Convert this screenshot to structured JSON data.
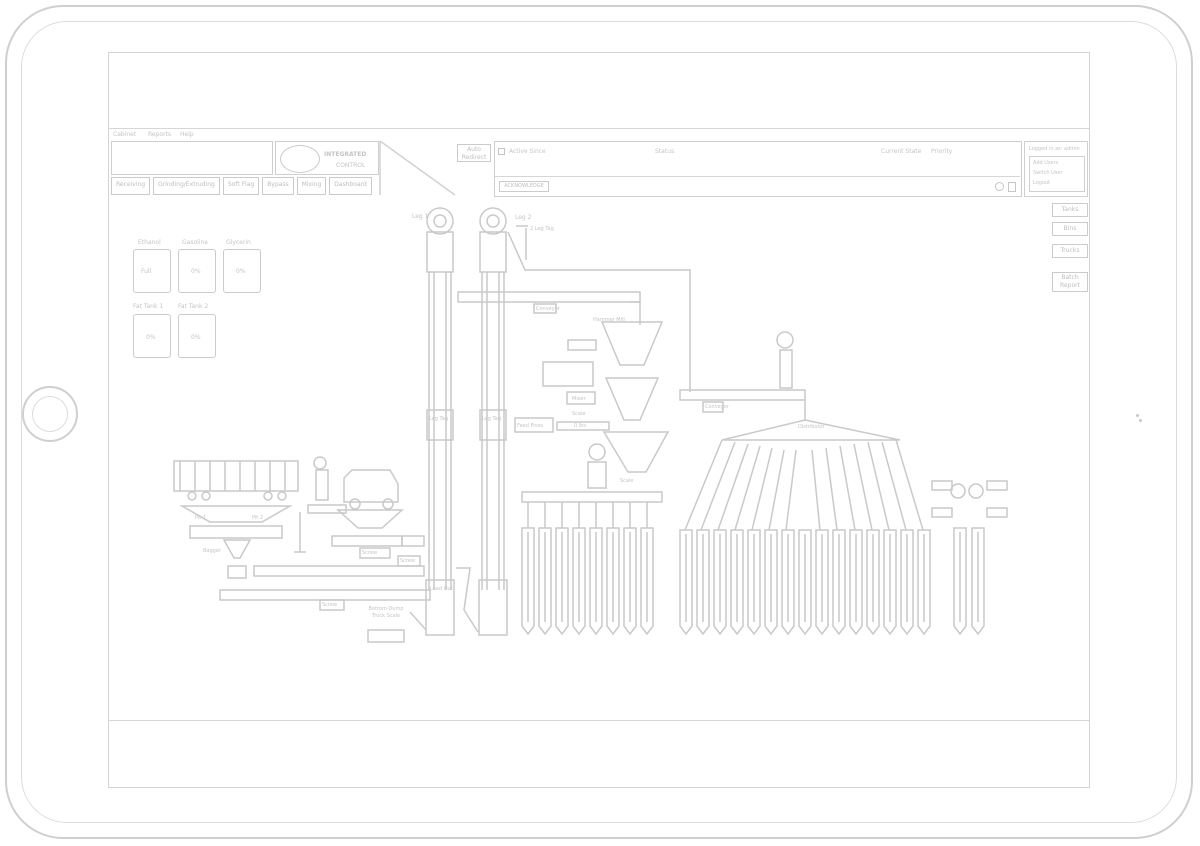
{
  "menu": [
    "Cabinet",
    "Reports",
    "Help"
  ],
  "brand": {
    "name": "INTEGRATED",
    "subname": "CONTROL"
  },
  "auto_button": "Auto Redirect",
  "alarms": {
    "columns": [
      "Active Since",
      "Status",
      "Current State",
      "Priority"
    ],
    "ack_button": "ACKNOWLEDGE"
  },
  "login": {
    "title": "Logged in as: admin",
    "items": [
      "Add Users",
      "Switch User",
      "Logout"
    ]
  },
  "tabs": [
    "Receiving",
    "Grinding/Extruding",
    "Soft Flag",
    "Bypass",
    "Mixing",
    "Dashboard"
  ],
  "side_buttons": [
    "Tanks",
    "Bins",
    "Trucks",
    "Batch Report"
  ],
  "tanks": [
    {
      "name": "Ethanol",
      "value": "Full"
    },
    {
      "name": "Gasoline",
      "value": "0%"
    },
    {
      "name": "Glycerin",
      "value": "0%"
    },
    {
      "name": "Fat Tank 1",
      "value": "0%"
    },
    {
      "name": "Fat Tank 2",
      "value": "0%"
    }
  ],
  "labels": {
    "leg1": "Leg 1",
    "leg2": "Leg 2",
    "legtag1": "Leg Tag",
    "legtag2": "Leg Tag",
    "legtag3": "2 Leg Tag",
    "sc1": "Screw",
    "sc2": "Screw",
    "sc3": "Screw",
    "pit_a": "Pit 1",
    "pit_b": "Pit 2",
    "conv1": "Conveyor",
    "conv2": "Conveyor",
    "hammer": "Hammer Mill",
    "mixer": "Mixer",
    "scale": "Scale",
    "scale2": "Scale",
    "fines": "Feed Fines",
    "fines_val": "0 lbs",
    "bagger": "Bagger",
    "bottom_tag": "Bottom Dump Truck Scale",
    "loadout": "Load Out",
    "dist": "Distributor"
  }
}
